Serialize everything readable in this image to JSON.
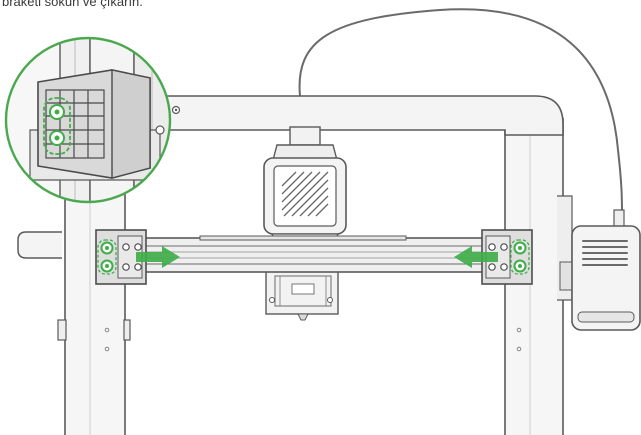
{
  "instruction_text": "braketi sökün ve çıkarın.",
  "colors": {
    "arrow": "#3fae49",
    "highlight": "#3fae49",
    "frame_fill": "#f2f2f2",
    "frame_stroke": "#5a5a5a",
    "magnifier_ring": "#4aa84e"
  },
  "annotations": {
    "arrows": [
      "arrow-left",
      "arrow-right"
    ],
    "highlighted_screws": [
      "left-bracket-screws",
      "right-bracket-screws",
      "magnified-bracket-screws"
    ]
  }
}
